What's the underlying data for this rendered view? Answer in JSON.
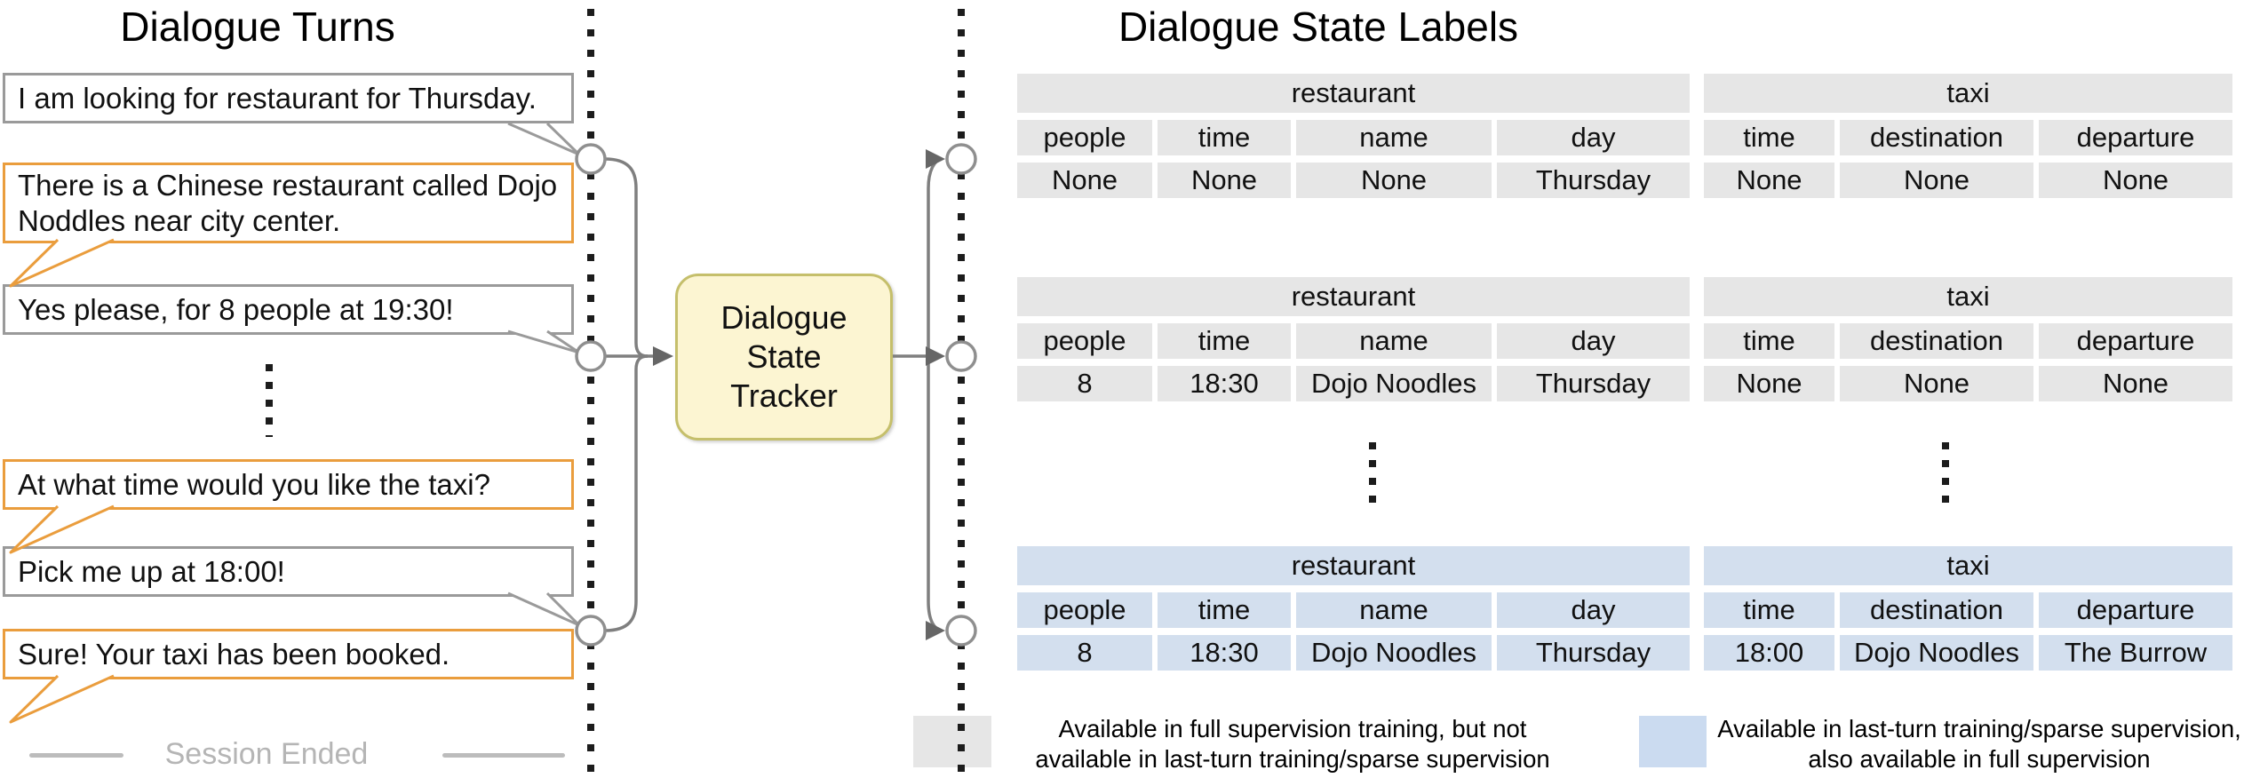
{
  "colors": {
    "accent_orange": "#ea9d3d",
    "bubble_gray_border": "#9a9a9a",
    "cell_gray": "#e6e6e6",
    "cell_blue": "#d3dfee",
    "legend_blue": "#cbdbf0",
    "tracker_fill": "#fcf5d2",
    "tracker_border": "#c5bf6b",
    "connector_gray": "#7f7f7f",
    "session_gray": "#b5b5b5",
    "dot_black": "#1c1c1c"
  },
  "dialogue_turns": {
    "title": "Dialogue Turns",
    "turns": [
      {
        "speaker": "user",
        "text": "I am looking for restaurant for Thursday."
      },
      {
        "speaker": "system",
        "text": "There is a Chinese restaurant called Dojo Noddles near city center."
      },
      {
        "speaker": "user",
        "text": "Yes please, for 8 people at 19:30!"
      },
      {
        "speaker": "system",
        "text": "At what time would you like the taxi?"
      },
      {
        "speaker": "user",
        "text": "Pick me up at 18:00!"
      },
      {
        "speaker": "system",
        "text": "Sure! Your taxi has been booked."
      }
    ],
    "session_ended_label": "Session Ended"
  },
  "tracker": {
    "label_lines": [
      "Dialogue",
      "State",
      "Tracker"
    ]
  },
  "dialogue_state_labels": {
    "title": "Dialogue State Labels",
    "groups": [
      {
        "highlight": "gray",
        "tables": [
          {
            "domain": "restaurant",
            "slots": [
              "people",
              "time",
              "name",
              "day"
            ],
            "values": [
              "None",
              "None",
              "None",
              "Thursday"
            ]
          },
          {
            "domain": "taxi",
            "slots": [
              "time",
              "destination",
              "departure"
            ],
            "values": [
              "None",
              "None",
              "None"
            ]
          }
        ]
      },
      {
        "highlight": "gray",
        "tables": [
          {
            "domain": "restaurant",
            "slots": [
              "people",
              "time",
              "name",
              "day"
            ],
            "values": [
              "8",
              "18:30",
              "Dojo Noodles",
              "Thursday"
            ]
          },
          {
            "domain": "taxi",
            "slots": [
              "time",
              "destination",
              "departure"
            ],
            "values": [
              "None",
              "None",
              "None"
            ]
          }
        ]
      },
      {
        "highlight": "blue",
        "tables": [
          {
            "domain": "restaurant",
            "slots": [
              "people",
              "time",
              "name",
              "day"
            ],
            "values": [
              "8",
              "18:30",
              "Dojo Noodles",
              "Thursday"
            ]
          },
          {
            "domain": "taxi",
            "slots": [
              "time",
              "destination",
              "departure"
            ],
            "values": [
              "18:00",
              "Dojo Noodles",
              "The Burrow"
            ]
          }
        ]
      }
    ]
  },
  "legend": {
    "items": [
      {
        "swatch": "gray",
        "text": "Available in full supervision training, but not available in last-turn training/sparse supervision"
      },
      {
        "swatch": "blue",
        "text": "Available in last-turn training/sparse supervision, also available in full supervision"
      }
    ]
  }
}
